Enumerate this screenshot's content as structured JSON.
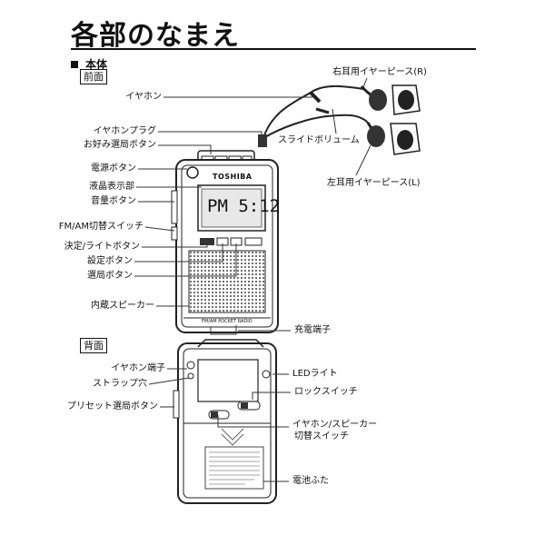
{
  "page": {
    "title": "各部のなまえ",
    "section": "本体"
  },
  "front": {
    "box_label": "前面",
    "brand": "TOSHIBA",
    "display_text": "PM 5:12",
    "bottom_print": "FM/AM POCKET RADIO",
    "labels": {
      "earphone": "イヤホン",
      "earphone_plug": "イヤホンプラグ",
      "fav_button": "お好み選局ボタン",
      "power_button": "電源ボタン",
      "lcd": "液晶表示部",
      "volume_button": "音量ボタン",
      "band_switch": "FM/AM切替スイッチ",
      "enter_light_button": "決定/ライトボタン",
      "setting_button": "設定ボタン",
      "tuning_button": "選局ボタン",
      "speaker": "内蔵スピーカー",
      "right_earpiece": "右耳用イヤーピース(R)",
      "slide_volume": "スライドボリューム",
      "left_earpiece": "左耳用イヤーピース(L)",
      "charge_port": "充電端子"
    }
  },
  "back": {
    "box_label": "背面",
    "labels": {
      "earphone_jack": "イヤホン端子",
      "strap_hole": "ストラップ穴",
      "preset_button": "プリセット選局ボタン",
      "led_light": "LEDライト",
      "lock_switch": "ロックスイッチ",
      "output_switch_1": "イヤホン/スピーカー",
      "output_switch_2": "切替スイッチ",
      "battery_cover": "電池ふた"
    }
  }
}
